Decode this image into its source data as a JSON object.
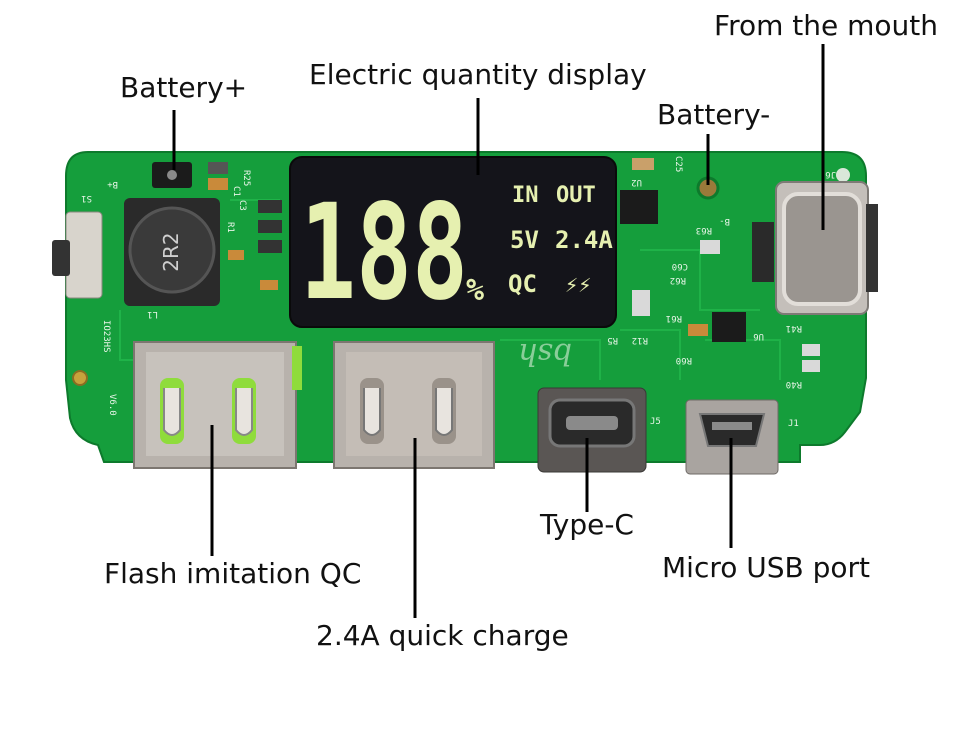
{
  "labels": {
    "from_mouth": "From the mouth",
    "electric_display": "Electric quantity display",
    "battery_plus": "Battery+",
    "battery_minus": "Battery-",
    "type_c": "Type-C",
    "flash_qc": "Flash imitation QC",
    "micro_usb": "Micro USB port",
    "quick_charge": "2.4A quick charge"
  },
  "display": {
    "digits": "188",
    "percent": "%",
    "in": "IN",
    "out": "OUT",
    "volt": "5V",
    "amp": "2.4A",
    "qc": "QC",
    "bolts": "⚡⚡"
  },
  "board_marks": {
    "inductor": "2R2",
    "model_code": "IO23HS",
    "version": "V6.0",
    "connector_j6": "J6",
    "connector_j5": "J5",
    "connector_j1": "J1",
    "switch_s1": "S1",
    "inductor_l1": "L1",
    "logo": "bsh",
    "b_plus": "B+",
    "b_minus": "B-",
    "r_refs": [
      "R25",
      "C3",
      "C1",
      "R1",
      "C25",
      "U2",
      "R63",
      "C60",
      "R62",
      "R61",
      "R12",
      "R5",
      "R41",
      "R60",
      "R40",
      "U6"
    ]
  },
  "colors": {
    "pcb": "#159e3c",
    "lcd_bg": "#14141a",
    "lcd_seg": "#e6f0b0",
    "usb_metal": "#b8b2ac",
    "qc_insert": "#8fdc3c"
  }
}
